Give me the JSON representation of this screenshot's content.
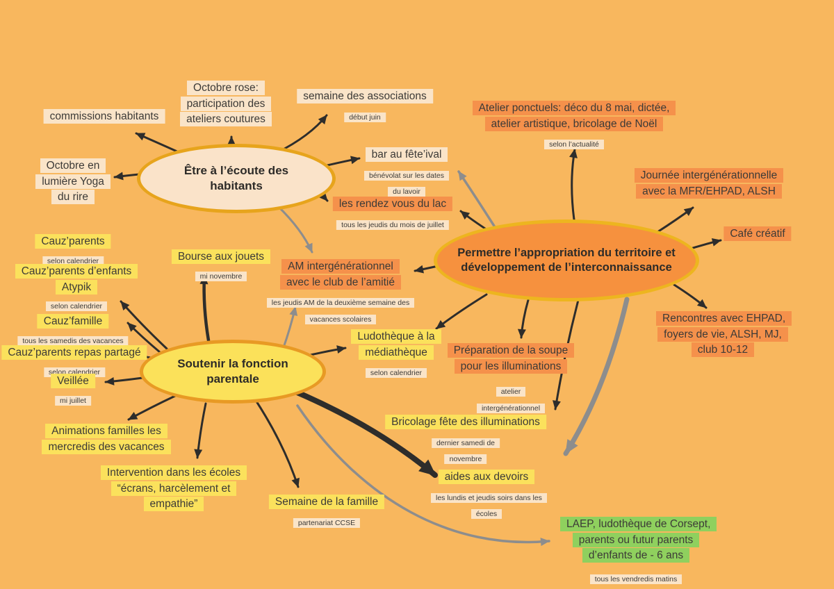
{
  "background": "#F8B75E",
  "colors": {
    "cream": "#FAE4C8",
    "orange": "#F5914B",
    "yellow": "#FBE15C",
    "green": "#8FD05E",
    "arrow_black": "#2E2D2B",
    "arrow_gray": "#8D8D8D"
  },
  "centers": {
    "ecoute": {
      "label": "Être à l’écoute des habitants"
    },
    "territoire": {
      "label": "Permettre l’appropriation du territoire et développement de l’interconnaissance"
    },
    "parentale": {
      "label": "Soutenir la fonction parentale"
    }
  },
  "nodes": {
    "commissions": {
      "label": "commissions habitants"
    },
    "octobre_rose": {
      "label": "Octobre rose: participation des ateliers coutures"
    },
    "semaine_associations": {
      "label": "semaine des associations",
      "sub": "début juin"
    },
    "octobre_lumiere": {
      "label": "Octobre en lumière Yoga du rire"
    },
    "bar_feteival": {
      "label": "bar au fête’ival",
      "sub": "bénévolat sur les dates du lavoir"
    },
    "rendez_vous_lac": {
      "label": "les rendez vous du lac",
      "sub": "tous les jeudis du mois de juillet"
    },
    "ateliers_ponctuels": {
      "label": "Atelier ponctuels: déco du 8 mai, dictée, atelier artistique, bricolage de Noël",
      "sub": "selon l’actualité"
    },
    "journee_intergenerationnelle": {
      "label": "Journée intergénérationnelle avec la MFR/EHPAD, ALSH"
    },
    "cafe_creatif": {
      "label": "Café créatif"
    },
    "rencontres_ehpad": {
      "label": "Rencontres avec EHPAD, foyers de vie, ALSH, MJ, club 10-12"
    },
    "am_intergenerationnel": {
      "label": "AM intergénérationnel avec le club de l’amitié",
      "sub": "les jeudis AM de la deuxième semaine des vacances scolaires"
    },
    "ludotheque": {
      "label": "Ludothèque à la médiathèque",
      "sub": "selon calendrier"
    },
    "soupe": {
      "label": "Préparation de la soupe pour les illuminations",
      "sub": "atelier intergénérationnel"
    },
    "bricolage": {
      "label": "Bricolage fête des illuminations",
      "sub": "dernier samedi de novembre"
    },
    "aides_devoirs": {
      "label": "aides aux devoirs",
      "sub": "les lundis et jeudis soirs dans les écoles"
    },
    "laep": {
      "label": "LAEP, ludothèque de Corsept, parents ou futur parents d’enfants de - 6 ans",
      "sub": "tous les vendredis matins"
    },
    "cauz_parents": {
      "label": "Cauz’parents",
      "sub": "selon calendrier"
    },
    "cauz_atypik": {
      "label": "Cauz’parents d’enfants Atypik",
      "sub": "selon calendrier"
    },
    "cauz_famille": {
      "label": "Cauz’famille",
      "sub": "tous les samedis des vacances"
    },
    "cauz_repas": {
      "label": "Cauz’parents repas partagé",
      "sub": "selon calendrier"
    },
    "veillee": {
      "label": "Veillée",
      "sub": "mi juillet"
    },
    "bourse_jouets": {
      "label": "Bourse aux jouets",
      "sub": "mi novembre"
    },
    "animations_familles": {
      "label": "Animations familles les mercredis des vacances"
    },
    "intervention_ecoles": {
      "label": "Intervention dans les écoles “écrans, harcèlement et empathie”"
    },
    "semaine_famille": {
      "label": "Semaine de la famille",
      "sub": "partenariat CCSE"
    }
  }
}
